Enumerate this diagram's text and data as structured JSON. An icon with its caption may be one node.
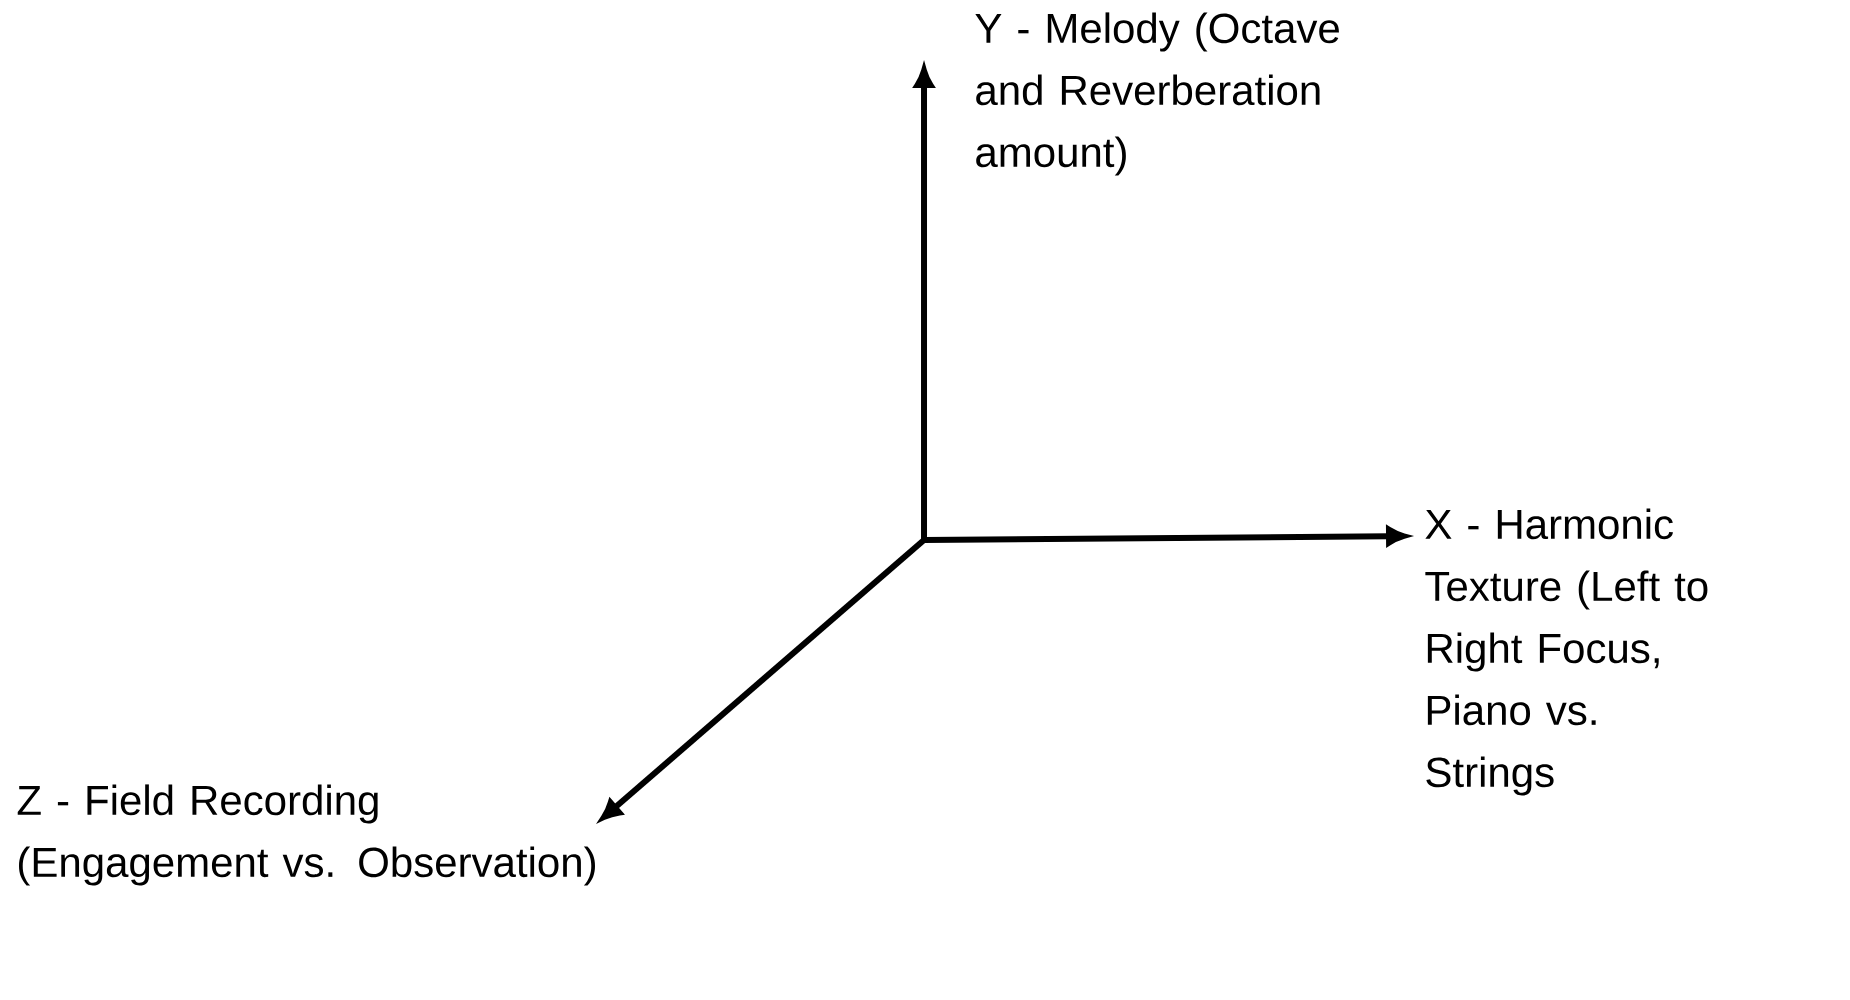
{
  "diagram": {
    "labels": [
      "Y - Melody (Octave and Reverberation amount)",
      "X - Harmonic Texture (Left to Right Focus, Piano vs. Strings",
      "Z - Field Recording (Engagement vs. Observation)"
    ]
  }
}
